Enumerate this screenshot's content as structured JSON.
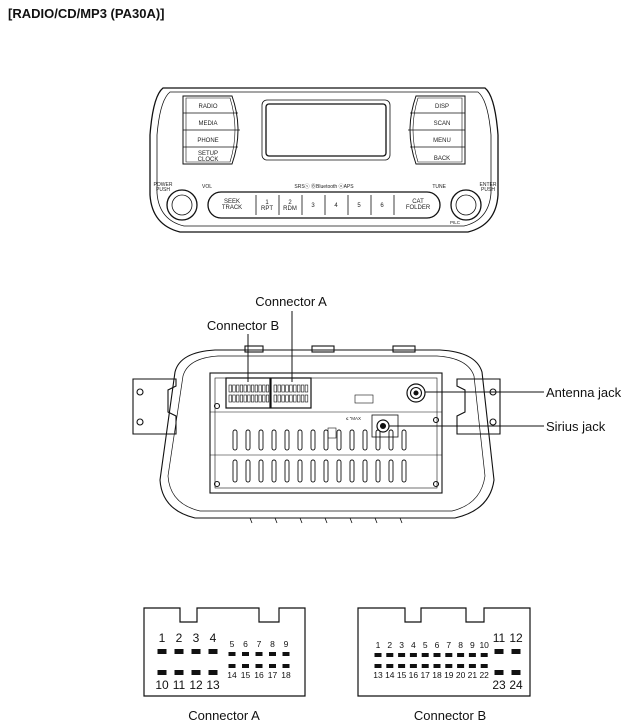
{
  "title": "[RADIO/CD/MP3 (PA30A)]",
  "front_panel": {
    "left_buttons": [
      "RADIO",
      "MEDIA",
      "PHONE",
      "SETUP\nCLOCK"
    ],
    "right_buttons": [
      "DISP",
      "SCAN",
      "MENU",
      "BACK"
    ],
    "power_label": "POWER\nPUSH",
    "vol_label": "VOL",
    "tune_label": "TUNE",
    "enter_label": "ENTER\nPUSH",
    "seek_label": "SEEK\nTRACK",
    "cat_label": "CAT\nFOLDER",
    "presets": [
      "1\nRPT",
      "2\nRDM",
      "3",
      "4",
      "5",
      "6"
    ],
    "brand_row": "SRSⓢ ⒷBluetooth ⓞAPS",
    "pl_label": "PILC"
  },
  "rear_view": {
    "callouts": {
      "connector_a": "Connector A",
      "connector_b": "Connector B",
      "antenna_jack": "Antenna jack",
      "sirius_jack": "Sirius jack"
    },
    "jack_markings": "≤ “MAX"
  },
  "connector_a": {
    "label": "Connector A",
    "pins_top_big": [
      "1",
      "2",
      "3",
      "4"
    ],
    "pins_top_small": [
      "5",
      "6",
      "7",
      "8",
      "9"
    ],
    "pins_bottom_big": [
      "10",
      "11",
      "12",
      "13"
    ],
    "pins_bottom_small": [
      "14",
      "15",
      "16",
      "17",
      "18"
    ]
  },
  "connector_b": {
    "label": "Connector B",
    "pins_top_small": [
      "1",
      "2",
      "3",
      "4",
      "5",
      "6",
      "7",
      "8",
      "9",
      "10"
    ],
    "pins_top_big": [
      "11",
      "12"
    ],
    "pins_bottom_small": [
      "13",
      "14",
      "15",
      "16",
      "17",
      "18",
      "19",
      "20",
      "21",
      "22"
    ],
    "pins_bottom_big": [
      "23",
      "24"
    ]
  }
}
